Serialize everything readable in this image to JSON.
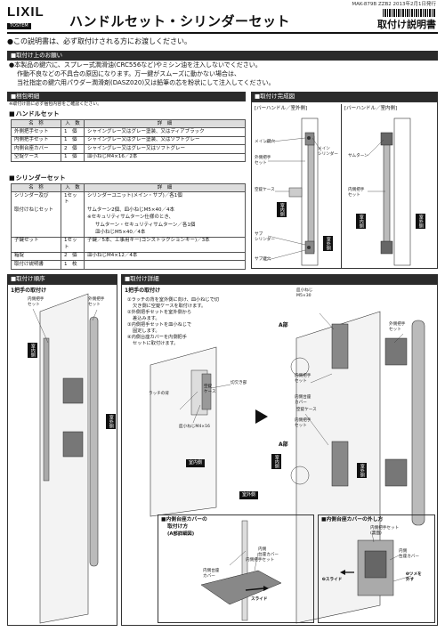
{
  "header": {
    "brand": "LIXIL",
    "sub_brand": "TOSTEM",
    "doc_code": "MAK-879B  ZZB2  2013年2月1日発行",
    "title": "ハンドルセット・シリンダーセット",
    "doc_type": "取付け説明書"
  },
  "notice": "●この説明書は、必ず取付けされる方にお渡しください。",
  "caution": {
    "heading": "取付け上のお願い",
    "lines": [
      "●本製品の鍵穴に、スプレー式潤滑油(CRC556など)やミシン油を注入しないでください。",
      "作動不良などの不具合の原因になります。万一鍵がスムーズに動かない場合は、",
      "当社指定の鍵穴用パウダー潤滑剤(DASZ020)又は鉛筆の芯を粉状にして注入してください。"
    ]
  },
  "contents": {
    "heading": "梱包明細",
    "note": "※取付け前に必ず梱包内容をご確認ください。",
    "handle_set": {
      "title": "ハンドルセット",
      "columns": [
        "名　称",
        "入　数",
        "詳　細"
      ],
      "rows": [
        [
          "外側把手セット",
          "1　個",
          "シャイングレー又はグレー塗装、又はディアブラック"
        ],
        [
          "内側把手セット",
          "1　個",
          "シャイングレー又はグレー塗装、又はソフトグレー"
        ],
        [
          "内側台座カバー",
          "2　個",
          "シャイングレー又はグレー又はソフトグレー"
        ],
        [
          "空錠ケース",
          "1　個",
          "皿小ねじM4×16／2本"
        ]
      ]
    },
    "cylinder_set": {
      "title": "シリンダーセット",
      "columns": [
        "名　称",
        "入　数",
        "詳　細"
      ],
      "rows": [
        [
          "シリンダー及び",
          "1セット",
          "シリンダーユニット(メイン・サブ)／各1個"
        ],
        [
          "取付けねじセット",
          "",
          "サムターン2個、皿小ねじM5×40／4本"
        ],
        [
          "",
          "",
          "※セキュリティサムターン仕様のとき、"
        ],
        [
          "",
          "",
          "サムターン・セキュリティサムターン／各1個"
        ],
        [
          "",
          "",
          "皿小ねじM5×40／4本"
        ],
        [
          "子鍵セット",
          "1セット",
          "子鍵／5本、工事用キー(コンストラクションキー)／3本"
        ],
        [
          "箱錠",
          "2　個",
          "皿小ねじM4×12／4本"
        ],
        [
          "取付け説明書",
          "1　枚",
          ""
        ]
      ]
    }
  },
  "completed_view": {
    "heading": "取付け完成図",
    "left_caption": "[バーハンドル／室外側]",
    "right_caption": "[バーハンドル／室内側]",
    "labels": {
      "key_hole": "メイン鍵穴",
      "outer_handle": "外側把手\nセット",
      "main_cylinder": "メイン\nシリンダー",
      "lock_case": "空錠ケース",
      "sub_cylinder": "サブ\nシリンダー",
      "sub_key_hole": "サブ鍵穴",
      "thumbturn": "サムターン",
      "inner_handle": "内側把手\nセット",
      "indoor": "室内側",
      "outdoor": "室外側"
    }
  },
  "order": {
    "heading": "取付け順序",
    "step_title": "1把手の取付け",
    "labels": {
      "outer_handle": "外側把手\nセット",
      "inner_handle": "内側把手\nセット",
      "indoor": "室内側",
      "outdoor": "室外側"
    }
  },
  "detail": {
    "heading": "取付け詳細",
    "step_title": "1把手の取付け",
    "steps": [
      "①ラッチの背を室外側に向け、皿小ねじで切",
      "欠き側に空錠ケースを取付けます。",
      "②外側把手セットを室外側から",
      "差込みます。",
      "③内側把手セットを皿小ねじで",
      "固定します。",
      "④内側台座カバーを内側把手",
      "セットに取付けます。"
    ],
    "labels": {
      "latch_back": "ラッチの背",
      "lock_case": "空錠\nケース",
      "screw_m4": "皿小ねじM4×16",
      "notch": "切欠き部",
      "indoor": "室内側",
      "outdoor": "室外側",
      "part_a": "A部",
      "screw_m5": "皿小ねじ\nM5×30",
      "inner_handle_set": "内側把手\nセット",
      "outer_handle_set": "外側把手\nセット",
      "inner_cover": "内側台座\nカバー",
      "lock_case2": "空錠ケース",
      "inner_handle_set2": "内側把手\nセット"
    }
  },
  "cover_install": {
    "title": "■内側台座カバーの",
    "title2": "取付け方",
    "subtitle": "(A部詳細図)",
    "labels": {
      "inner_handle_set": "内側把手セット",
      "inner_cover": "内側\n台座カバー",
      "inner_cover2": "内側台座\nカバー",
      "slide": "スライド"
    }
  },
  "cover_remove": {
    "title": "■内側台座カバーの外し方",
    "labels": {
      "inner_handle_set": "内側把手セット\n(裏面)",
      "inner_cover": "内側\n台座カバー",
      "slide": "❷スライド",
      "tab": "❶ツメを\n外す"
    }
  }
}
